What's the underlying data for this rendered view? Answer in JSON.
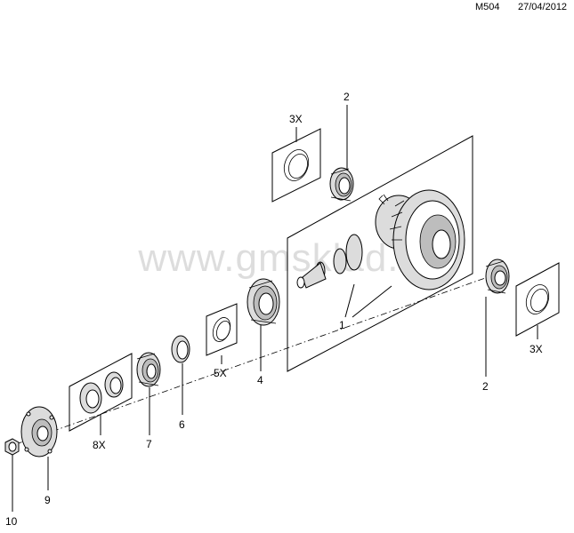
{
  "header": {
    "code": "M504",
    "date": "27/04/2012"
  },
  "watermark": "www.gmsklad.ru",
  "callouts": {
    "c1": "1",
    "c2a": "2",
    "c2b": "2",
    "c4": "4",
    "c6": "6",
    "c7": "7",
    "c9": "9",
    "c10": "10",
    "q3a": "3X",
    "q3b": "3X",
    "q5": "5X",
    "q8": "8X"
  }
}
